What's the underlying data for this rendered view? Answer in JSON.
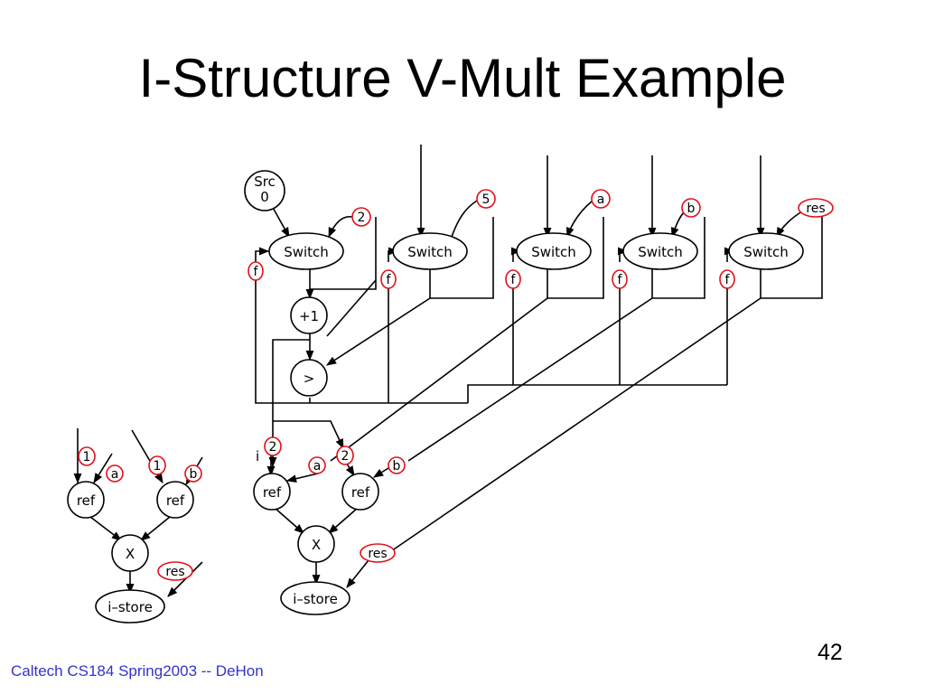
{
  "slide": {
    "title": "I-Structure V-Mult Example",
    "footer": "Caltech CS184 Spring2003 -- DeHon",
    "page_number": "42"
  },
  "diagram": {
    "source": {
      "line1": "Src",
      "line2": "0"
    },
    "switch_label": "Switch",
    "switch_tokens": [
      "2",
      "5",
      "a",
      "b",
      "res"
    ],
    "false_tag": "f",
    "increment_label": "+1",
    "compare_label": ">",
    "index_label": "i",
    "ref_label": "ref",
    "multiply_label": "X",
    "store_label": "i–store",
    "left_graph": {
      "tokens": [
        "1",
        "a",
        "1",
        "b",
        "res"
      ]
    },
    "right_graph": {
      "tokens": [
        "2",
        "a",
        "2",
        "b",
        "res"
      ]
    }
  },
  "colors": {
    "tag_outline": "#e0101a",
    "footer_text": "#3333cc"
  }
}
